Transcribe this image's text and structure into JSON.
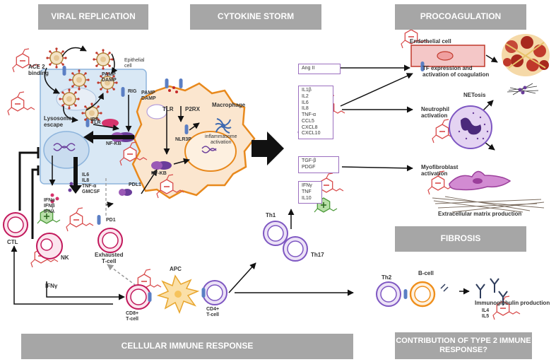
{
  "headers": {
    "viral_replication": "VIRAL REPLICATION",
    "cytokine_storm": "CYTOKINE STORM",
    "procoagulation": "PROCOAGULATION",
    "fibrosis": "FIBROSIS",
    "cellular_immune_response": "CELLULAR IMMUNE RESPONSE",
    "type2": "CONTRIBUTION OF TYPE 2 IMMUNE RESPONSE?"
  },
  "viral": {
    "ace2": "ACE 2\nbinding",
    "lysosome": "Lysosome\nescape",
    "pamp_damp": "PAMP\nDAMP",
    "epithelial": "Epithelial\ncell",
    "rig": "RIG",
    "tlr": "TLR",
    "irf": "IRF",
    "nfkb": "NF-KB",
    "secreted": "IL6\nIL8\nTNF-α\nGMCSF",
    "pdl1": "PDL1",
    "pd1": "PD1",
    "exhausted": "Exhausted\nT-cell",
    "ifn": "IFNα\nIFNβ\nIFNλ",
    "nk": "NK",
    "ctl": "CTL",
    "ifng": "IFNγ"
  },
  "macrophage": {
    "title": "Macrophage",
    "pamp_damp": "PAMP\nDAMP",
    "tlr": "TLR",
    "p2rx": "P2RX",
    "nlr3p": "NLR3P",
    "inflammasome": "inflammasome\nactivation",
    "nfkb": "NF-KB"
  },
  "cytokines": {
    "angii": "Ang II",
    "list1": [
      "IL1β",
      "IL2",
      "IL6",
      "IL8",
      "TNF-α",
      "CCL5",
      "CXCL8",
      "CXCL10"
    ],
    "list2": [
      "TGF-β",
      "PDGF"
    ],
    "list3": [
      "IFNγ",
      "TNF",
      "IL10"
    ]
  },
  "proco": {
    "endothelial": "Endothelial cell",
    "tf": "TF expression and\nactivation of coagulation",
    "netosis": "NETosis",
    "neutrophil": "Neutrophil\nactivation",
    "myofib": "Myofibroblast\nactivation",
    "ecm": "Extracellular matrix production"
  },
  "immune": {
    "th1": "Th1",
    "th17": "Th17",
    "apc": "APC",
    "cd8": "CD8+\nT-cell",
    "cd4": "CD4+\nT-cell",
    "th2": "Th2",
    "bcell": "B-cell",
    "ig": "Immunoglobulin production",
    "il45": "IL4\nIL5"
  }
}
